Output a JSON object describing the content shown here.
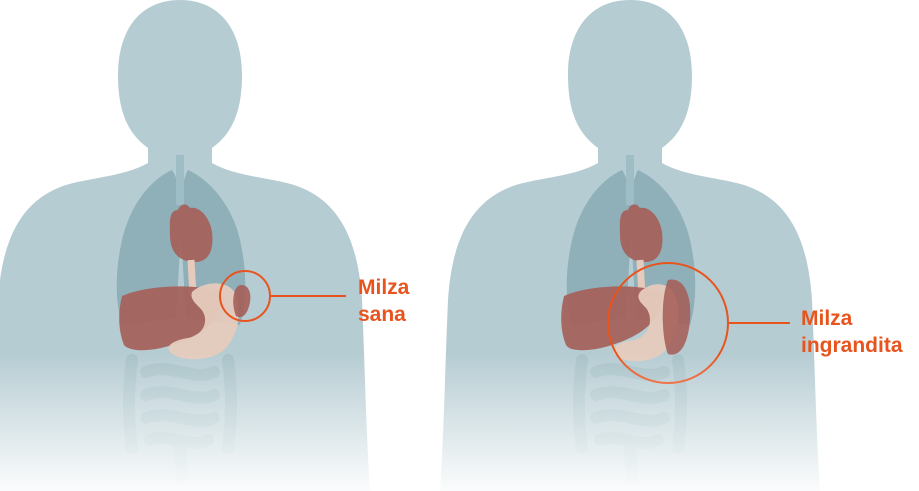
{
  "colors": {
    "accent": "#e8541e",
    "body": "#b6ccd3",
    "lungs": "#8fb0b9",
    "organ": "#a55f58",
    "stomach": "#e6cbbd",
    "intestine": "#a9c3c9"
  },
  "panels": [
    {
      "callout": {
        "line1": "Milza",
        "line2": "sana"
      }
    },
    {
      "callout": {
        "line1": "Milza",
        "line2": "ingrandita"
      }
    }
  ]
}
